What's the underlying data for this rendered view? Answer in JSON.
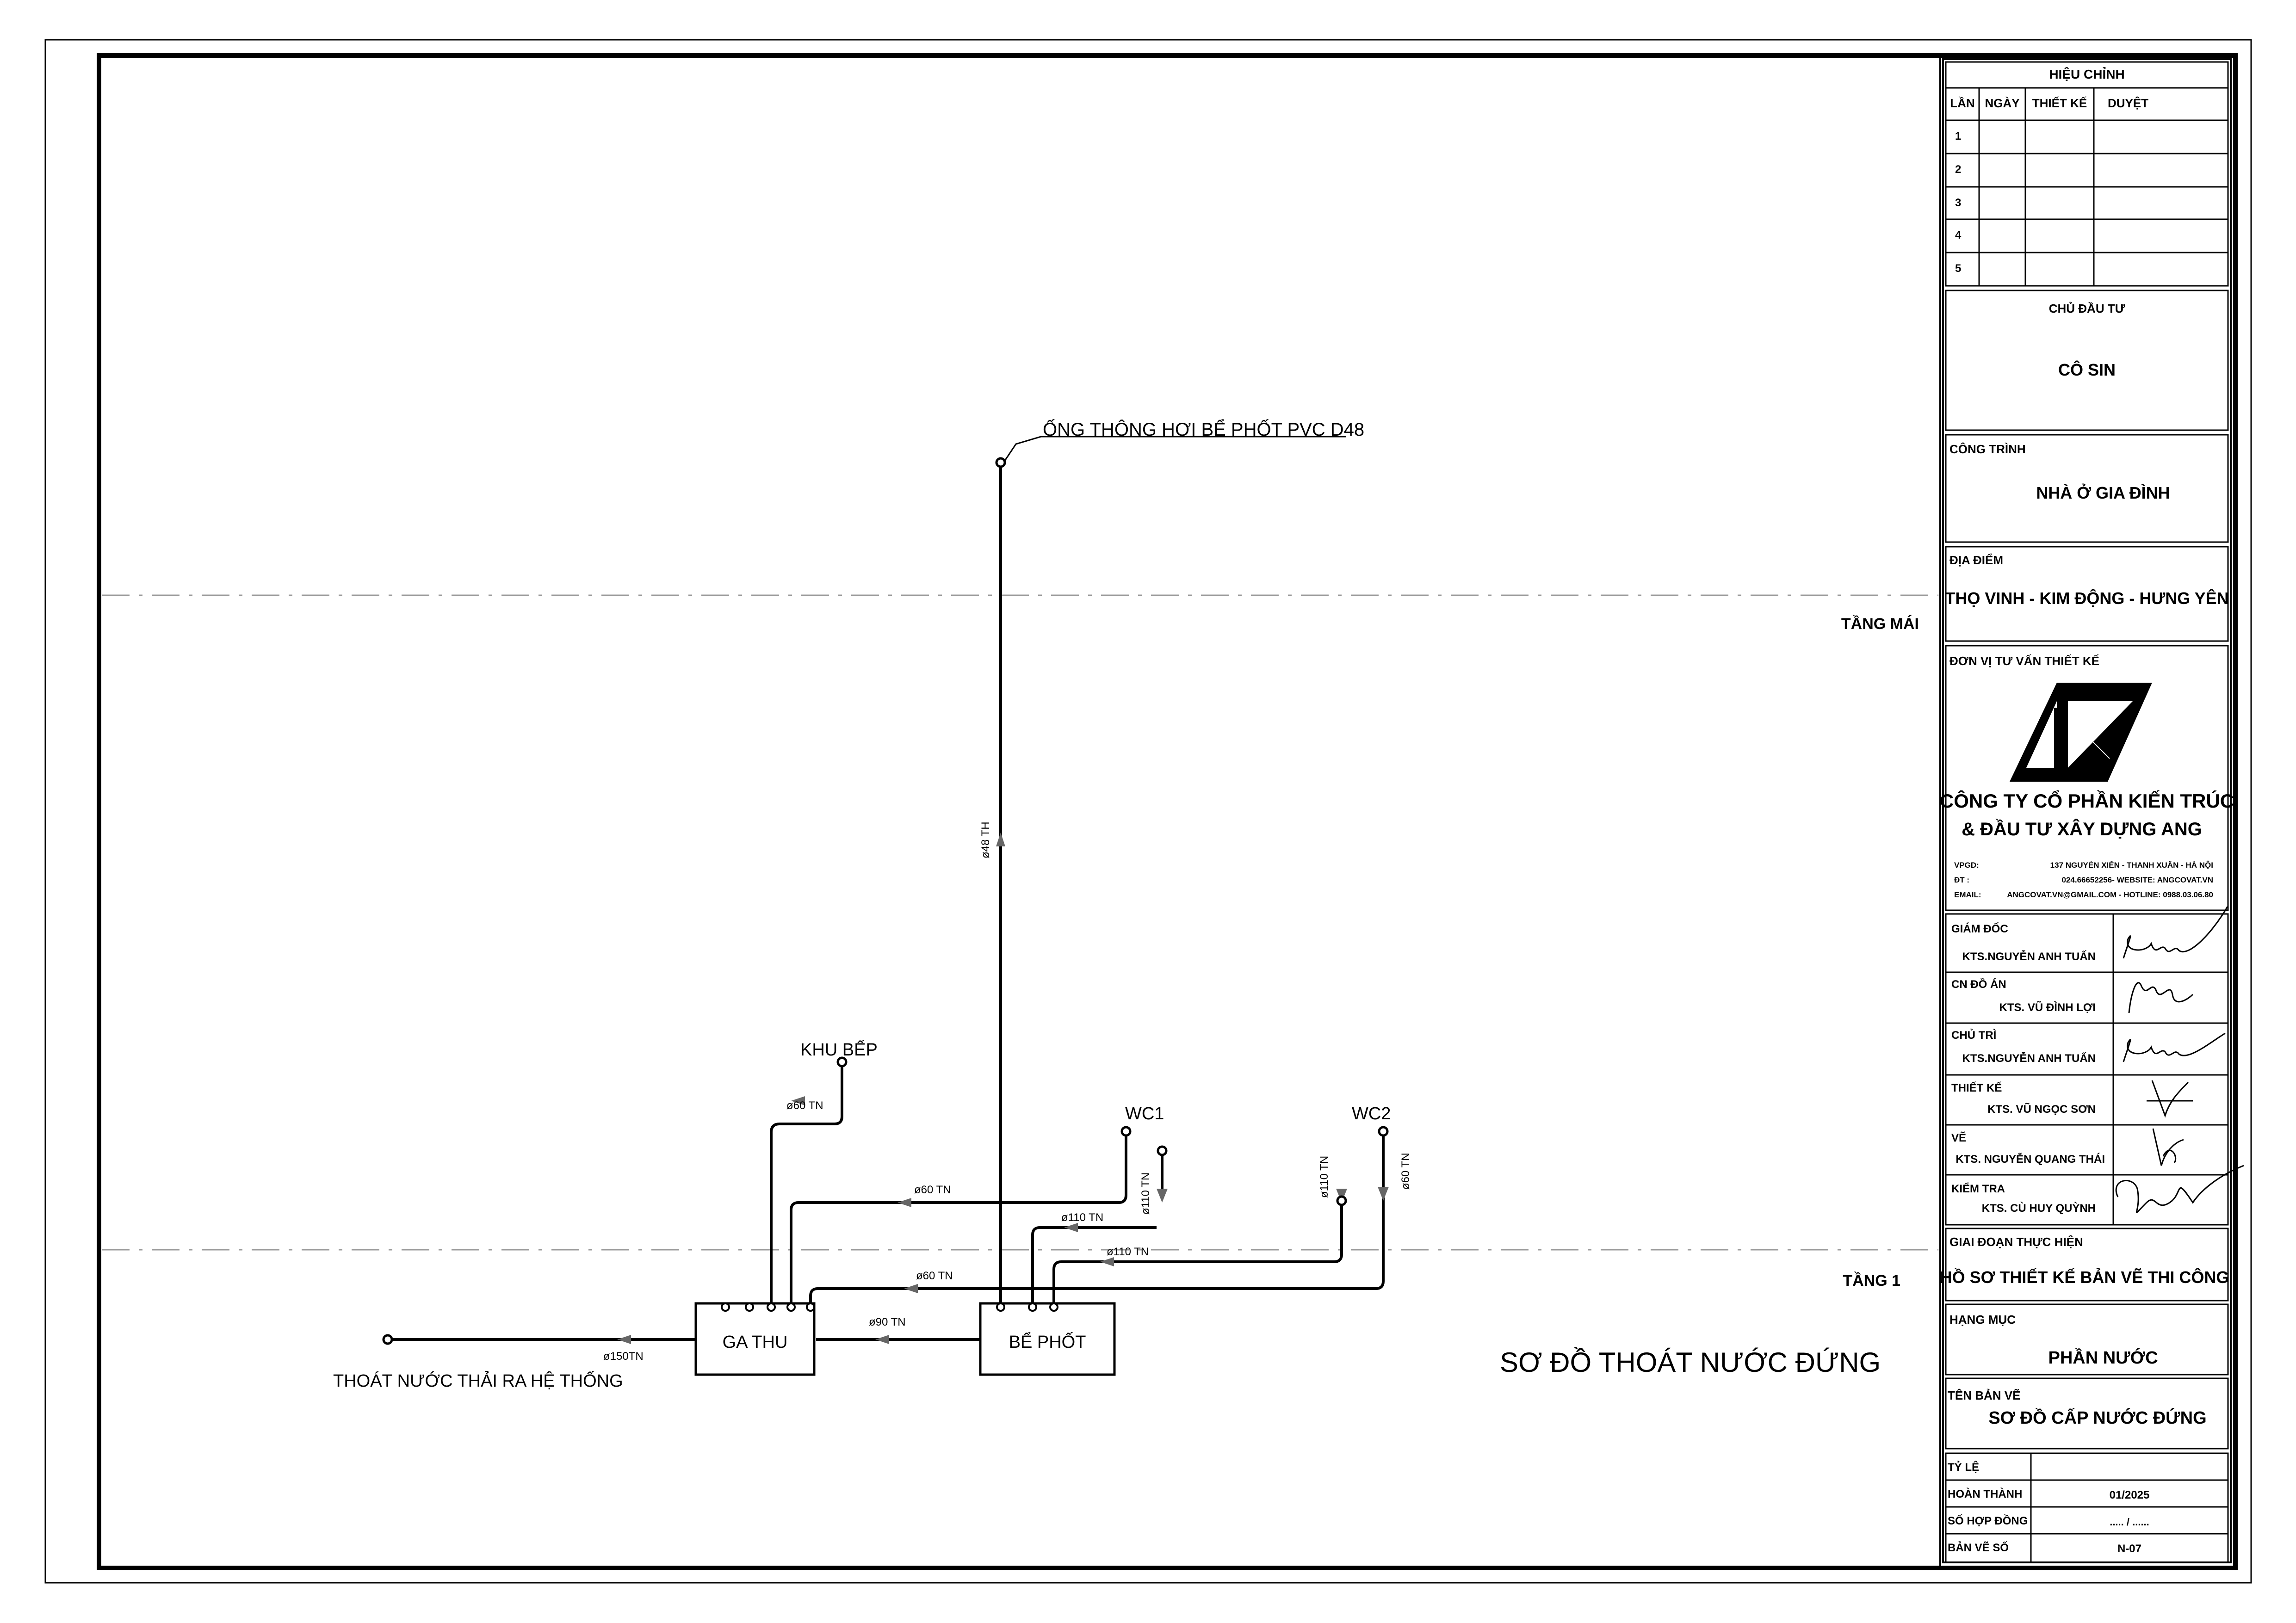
{
  "revision_table": {
    "title": "HIỆU CHỈNH",
    "headers": [
      "LẦN",
      "NGÀY",
      "THIẾT KẾ",
      "DUYỆT"
    ],
    "rows": [
      "1",
      "2",
      "3",
      "4",
      "5"
    ]
  },
  "investor": {
    "label": "CHỦ ĐẦU TƯ",
    "value": "CÔ SIN"
  },
  "project": {
    "label": "CÔNG TRÌNH",
    "value": "NHÀ Ở GIA ĐÌNH"
  },
  "location": {
    "label": "ĐỊA ĐIỂM",
    "value": "THỌ VINH - KIM ĐỘNG - HƯNG YÊN"
  },
  "consultant": {
    "label": "ĐƠN VỊ TƯ VẤN THIẾT KẾ",
    "company_line1": "CÔNG TY CỔ PHẦN KIẾN TRÚC",
    "company_line2": "& ĐẦU  TƯ XÂY DỰNG ANG",
    "contacts": [
      {
        "label": "VPGD:",
        "value": "137 NGUYỄN XIỂN  - THANH XUÂN - HÀ NỘI"
      },
      {
        "label": "ĐT      :",
        "value": "024.66652256- WEBSITE: ANGCOVAT.VN"
      },
      {
        "label": "EMAIL:",
        "value": "ANGCOVAT.VN@GMAIL.COM - HOTLINE: 0988.03.06.80"
      }
    ]
  },
  "signatures": [
    {
      "role": "GIÁM ĐỐC",
      "name": "KTS.NGUYỄN ANH TUẤN"
    },
    {
      "role": "CN ĐỒ ÁN",
      "name": "KTS. VŨ ĐÌNH LỢI"
    },
    {
      "role": "CHỦ TRÌ",
      "name": "KTS.NGUYỄN ANH TUẤN"
    },
    {
      "role": "THIẾT KẾ",
      "name": "KTS. VŨ NGỌC SƠN"
    },
    {
      "role": "VẼ",
      "name": "KTS. NGUYỄN QUANG THÁI"
    },
    {
      "role": "KIỂM TRA",
      "name": "KTS. CÙ HUY QUỲNH"
    }
  ],
  "phase": {
    "label": "GIAI ĐOẠN THỰC HIỆN",
    "value": "HỒ SƠ THIẾT KẾ BẢN VẼ THI CÔNG"
  },
  "category": {
    "label": "HẠNG MỤC",
    "value": "PHẦN NƯỚC"
  },
  "drawing_name": {
    "label": "TÊN BẢN VẼ",
    "value": "SƠ ĐỒ CẤP NƯỚC ĐỨNG"
  },
  "info_rows": [
    {
      "label": "TỶ LỆ",
      "value": ""
    },
    {
      "label": "HOÀN THÀNH",
      "value": "01/2025"
    },
    {
      "label": "SỐ HỢP ĐỒNG",
      "value": "..... / ......"
    },
    {
      "label": "BẢN VẼ SỐ",
      "value": "N-07"
    }
  ],
  "diagram": {
    "floor_roof": "TẦNG MÁI",
    "floor_1": "TẦNG 1",
    "vent_label": "ỐNG THÔNG HƠI BỂ PHỐT PVC D48",
    "vent_pipe": "ø48  TH",
    "kitchen": "KHU BẾP",
    "wc1": "WC1",
    "wc2": "WC2",
    "ga_thu": "GA THU",
    "be_phot": "BỂ PHỐT",
    "outlet_label": "THOÁT NƯỚC THẢI RA HỆ THỐNG",
    "pipe_kitchen": "ø60  TN",
    "pipe_wc1_60": "ø60  TN",
    "pipe_wc1_110_h": "ø110  TN",
    "pipe_wc1_110_v": "ø110  TN",
    "pipe_wc2_110_h": "ø110  TN",
    "pipe_wc2_110_v": "ø110  TN",
    "pipe_wc2_60_h": "ø60  TN",
    "pipe_wc2_60_v": "ø60  TN",
    "pipe_90": "ø90  TN",
    "pipe_150": "ø150TN",
    "title": "SƠ ĐỒ THOÁT NƯỚC ĐỨNG"
  }
}
